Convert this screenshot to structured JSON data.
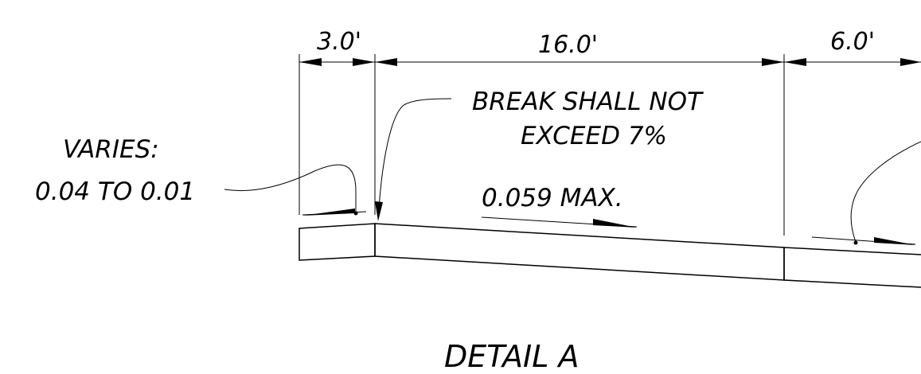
{
  "detail": {
    "title": "DETAIL A"
  },
  "dimensions": {
    "left": "3.0'",
    "middle": "16.0'",
    "right": "6.0'"
  },
  "notes": {
    "break_line1": "BREAK SHALL NOT",
    "break_line2": "EXCEED 7%",
    "varies_line1": "VARIES:",
    "varies_line2": "0.04 TO 0.01",
    "slope_max": "0.059 MAX."
  }
}
